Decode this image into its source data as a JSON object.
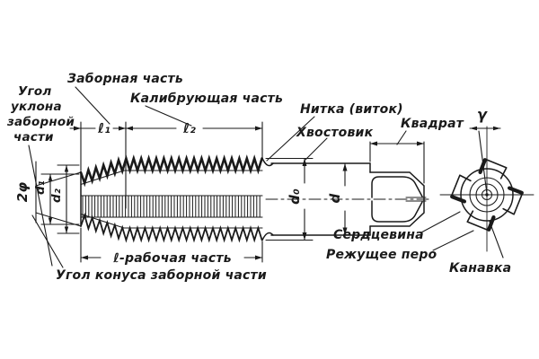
{
  "colors": {
    "ink": "#1a1a1a",
    "background": "#ffffff"
  },
  "labels": {
    "ugol_uklona_1": "Угол",
    "ugol_uklona_2": "уклона",
    "ugol_uklona_3": "заборной",
    "ugol_uklona_4": "части",
    "zabornaya_chast": "Заборная часть",
    "kalibruyushchaya_chast": "Калибрующая часть",
    "nitka_vitok": "Нитка (виток)",
    "khvostovik": "Хвостовик",
    "kvadrat": "Квадрат",
    "gamma": "γ",
    "l1": "ℓ₁",
    "l2": "ℓ₂",
    "two_phi": "2φ",
    "d1": "d₁",
    "d2": "d₂",
    "d0": "d₀",
    "d": "d",
    "rabochaya_chast": "ℓ-рабочая часть",
    "ugol_konusa": "Угол конуса заборной части",
    "serdtsevina": "Сердцевина",
    "rezhushchee_pero": "Режущее перо",
    "kanavka": "Канавка"
  }
}
